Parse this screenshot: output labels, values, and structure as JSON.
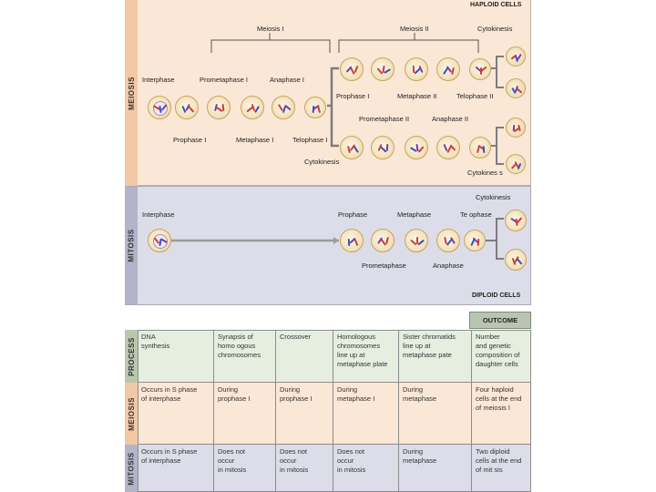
{
  "diagram": {
    "headers": {
      "haploid_cells": "HAPLOID CELLS",
      "diploid_cells": "DIPLOID CELLS",
      "outcome": "OUTCOME"
    },
    "side_labels": {
      "meiosis": "MEIOSIS",
      "mitosis": "MITOSIS",
      "process": "PROCESS",
      "table_meiosis": "MEIOSIS",
      "table_mitosis": "MITOSIS"
    },
    "meiosis_labels": {
      "meiosis_i": "Meiosis I",
      "meiosis_ii": "Meiosis II",
      "cytokinesis_top": "Cytokinesis",
      "interphase": "Interphase",
      "prometaphase_i": "Prometaphase I",
      "anaphase_i": "Anaphase I",
      "prophase_i": "Prophase I",
      "metaphase_i": "Metaphase I",
      "telophase_i": "Telophase I",
      "cytokinesis_mid": "Cytokinesis",
      "prophase_ii": "Prophase I",
      "metaphase_ii": "Metaphase II",
      "telophase_ii": "Telophase II",
      "prometaphase_ii": "Prometaphase II",
      "anaphase_ii": "Anaphase II",
      "cytokinesis_bottom": "Cytokines s"
    },
    "mitosis_labels": {
      "cytokinesis": "Cytokinesis",
      "interphase": "Interphase",
      "prophase": "Prophase",
      "metaphase": "Metaphase",
      "telophase": "Te ophase",
      "prometaphase": "Prometaphase",
      "anaphase": "Anaphase"
    }
  },
  "comparison_table": {
    "process": [
      "DNA\nsynthesis",
      "Synapsis of\nhomo ogous\nchromosomes",
      "Crossover",
      "Homologous\nchromosomes\nline up at\nmetaphase plate",
      "Sister chromatids\nline up at\nmetaphase pate",
      "Number\nand genetic\ncomposition of\ndaughter cells"
    ],
    "meiosis": [
      "Occurs in S phase\nof interphase",
      "During\nprophase I",
      "During\nprophase I",
      "During\nmetaphase I",
      "During\nmetaphase",
      "Four haploid\ncells at the end\nof meiosis I"
    ],
    "mitosis": [
      "Occurs in S phase\nof interphase",
      "Does not\noccur\nin mitosis",
      "Does not\noccur\nin mitosis",
      "Does not\noccur\nin mitosis",
      "During\nmetaphase",
      "Two diploid\ncells at the end\nof mit sis"
    ]
  }
}
